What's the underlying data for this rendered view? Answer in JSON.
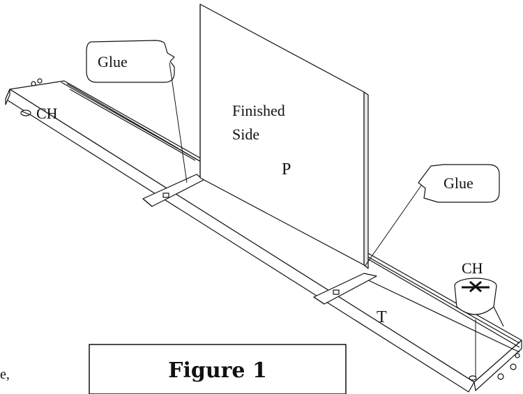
{
  "labels": {
    "glue_left": "Glue",
    "glue_right": "Glue",
    "ch_left": "CH",
    "ch_right": "CH",
    "finished_line1": "Finished",
    "finished_line2": "Side",
    "part_p": "P",
    "part_t": "T"
  },
  "figure_title": "Figure 1",
  "edge_text": "e,",
  "colors": {
    "line": "#111111",
    "panel_shade": "#e6e6e6",
    "background": "#ffffff"
  }
}
